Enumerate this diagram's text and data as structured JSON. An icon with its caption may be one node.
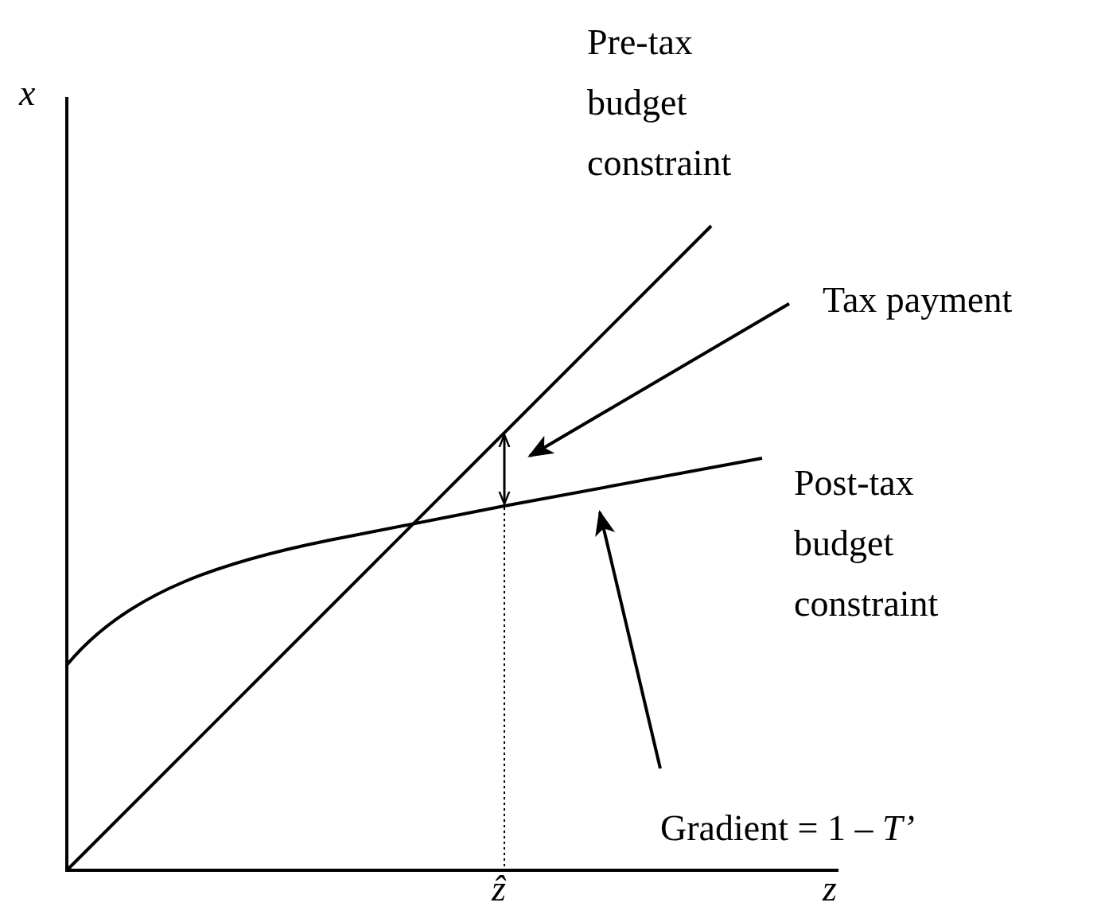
{
  "diagram": {
    "nodes": [
      {
        "text": [
          "Tax payment"
        ]
      },
      {
        "text": [],
        "shape": "arrow"
      },
      {
        "text": [
          "Gradient = 1 – *T’*"
        ]
      },
      {
        "text": [],
        "shape": "curve"
      }
    ],
    "edges": [
      {
        "from": 0,
        "to": 1,
        "arrow": "to"
      },
      {
        "from": 2,
        "to": 3,
        "arrow": "to"
      }
    ],
    "labels": [
      "Pre-tax budget constraint",
      "x",
      "Post-tax budget constraint",
      "ẑ",
      "z"
    ]
  }
}
